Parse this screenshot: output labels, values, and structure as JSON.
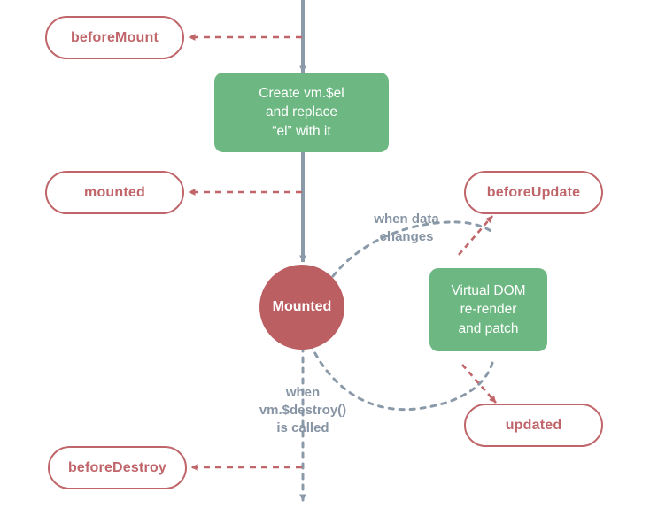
{
  "diagram": {
    "title": "Vue Instance Lifecycle",
    "background_color": "#ffffff",
    "colors": {
      "hook_red": "#c0666a",
      "state_red": "#bc5f63",
      "process_green": "#6db882",
      "flow_gray": "#8b9aa8",
      "note_gray": "#8794a4"
    }
  },
  "hooks": [
    {
      "id": "beforeMount",
      "label": "beforeMount"
    },
    {
      "id": "mounted",
      "label": "mounted"
    },
    {
      "id": "beforeUpdate",
      "label": "beforeUpdate"
    },
    {
      "id": "updated",
      "label": "updated"
    },
    {
      "id": "beforeDestroy",
      "label": "beforeDestroy"
    }
  ],
  "processes": {
    "create_el": {
      "line1": "Create vm.$el",
      "line2": "and replace",
      "line3": "“el” with it"
    },
    "vdom": {
      "line1": "Virtual DOM",
      "line2": "re-render",
      "line3": "and patch"
    }
  },
  "states": {
    "mounted_circle": {
      "label": "Mounted"
    }
  },
  "notes": {
    "data_changes": {
      "line1": "when data",
      "line2": "changes"
    },
    "destroy_called": {
      "line1": "when",
      "line2": "vm.$destroy()",
      "line3": "is called"
    }
  }
}
